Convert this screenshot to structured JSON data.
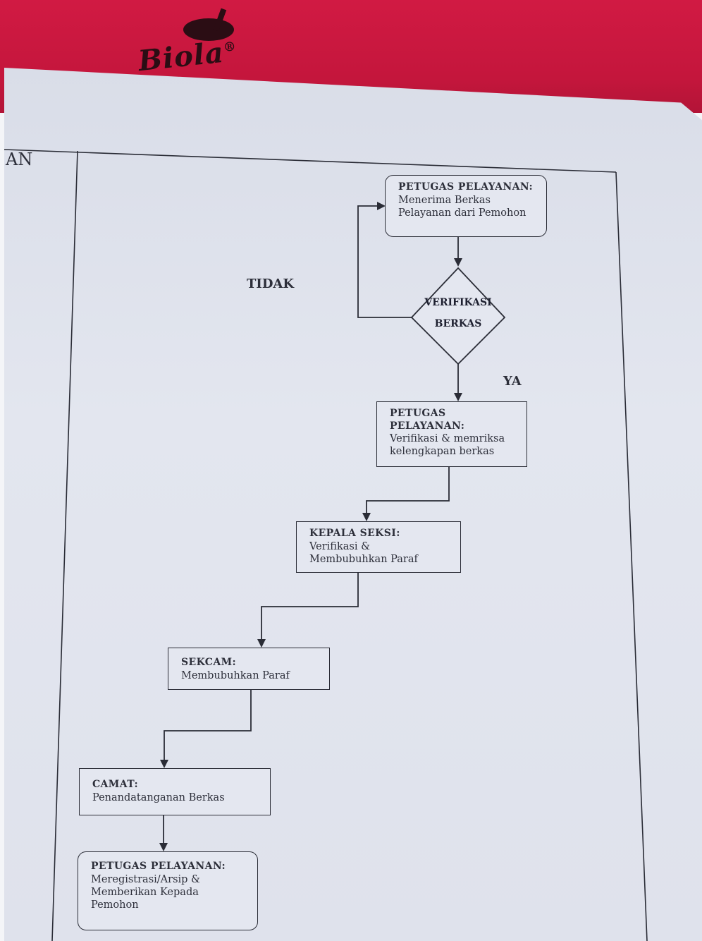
{
  "brand": {
    "name": "Biola",
    "mark": "®"
  },
  "page_edge_text": "AN",
  "flowchart": {
    "step1": {
      "role": "PETUGAS PELAYANAN:",
      "description": "Menerima Berkas\nPelayanan dari Pemohon"
    },
    "decision": {
      "line1": "VERIFIKASI",
      "line2": "BERKAS"
    },
    "no_label": "TIDAK",
    "yes_label": "YA",
    "step2": {
      "role": "PETUGAS\nPELAYANAN:",
      "description": "Verifikasi & memriksa\nkelengkapan berkas"
    },
    "step3": {
      "role": "KEPALA SEKSI:",
      "description": "Verifikasi &\nMembubuhkan Paraf"
    },
    "step4": {
      "role": "SEKCAM:",
      "description": "Membubuhkan Paraf"
    },
    "step5": {
      "role": "CAMAT:",
      "description": "Penandatanganan Berkas"
    },
    "step6": {
      "role": "PETUGAS PELAYANAN:",
      "description": "Meregistrasi/Arsip &\nMemberikan Kepada\nPemohon"
    }
  },
  "colors": {
    "ink": "#2a2c36",
    "paper": "#e3e6ef",
    "cover": "#c4163c"
  }
}
